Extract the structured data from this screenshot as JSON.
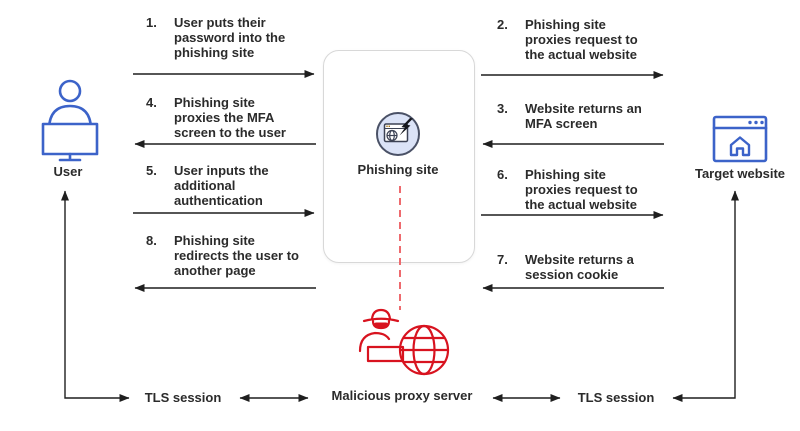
{
  "nodes": {
    "user": {
      "label": "User"
    },
    "phishing_site": {
      "label": "Phishing site"
    },
    "target_website": {
      "label": "Target website"
    },
    "malicious_proxy": {
      "label": "Malicious proxy server"
    }
  },
  "steps": [
    {
      "number": "1.",
      "text": "User puts their password into the phishing site",
      "direction": "user-to-phishing-site"
    },
    {
      "number": "2.",
      "text": "Phishing site proxies request to the actual website",
      "direction": "phishing-site-to-target"
    },
    {
      "number": "3.",
      "text": "Website returns an MFA screen",
      "direction": "target-to-phishing-site"
    },
    {
      "number": "4.",
      "text": "Phishing site proxies the MFA screen to the user",
      "direction": "phishing-site-to-user"
    },
    {
      "number": "5.",
      "text": "User inputs the additional authentication",
      "direction": "user-to-phishing-site"
    },
    {
      "number": "6.",
      "text": "Phishing site proxies request to the actual website",
      "direction": "phishing-site-to-target"
    },
    {
      "number": "7.",
      "text": "Website returns a session cookie",
      "direction": "target-to-phishing-site"
    },
    {
      "number": "8.",
      "text": "Phishing site redirects the user to another page",
      "direction": "phishing-site-to-user"
    }
  ],
  "tls": {
    "left": "TLS session",
    "right": "TLS session"
  },
  "icons": {
    "user": "person-at-monitor-icon",
    "phishing_site": "browser-globe-lightning-badge-icon",
    "target_website": "browser-home-icon",
    "malicious_proxy": "hacker-with-globe-icon"
  },
  "colors": {
    "node_blue": "#3c63c9",
    "malicious_red": "#d8131f",
    "dashed_link_red": "#ee6a6e",
    "arrow_black": "#1f1f1f",
    "box_border": "#d8d8d8",
    "badge_fill": "#dbe3f7",
    "badge_border": "#4a5166",
    "text": "#2b2b2b"
  }
}
